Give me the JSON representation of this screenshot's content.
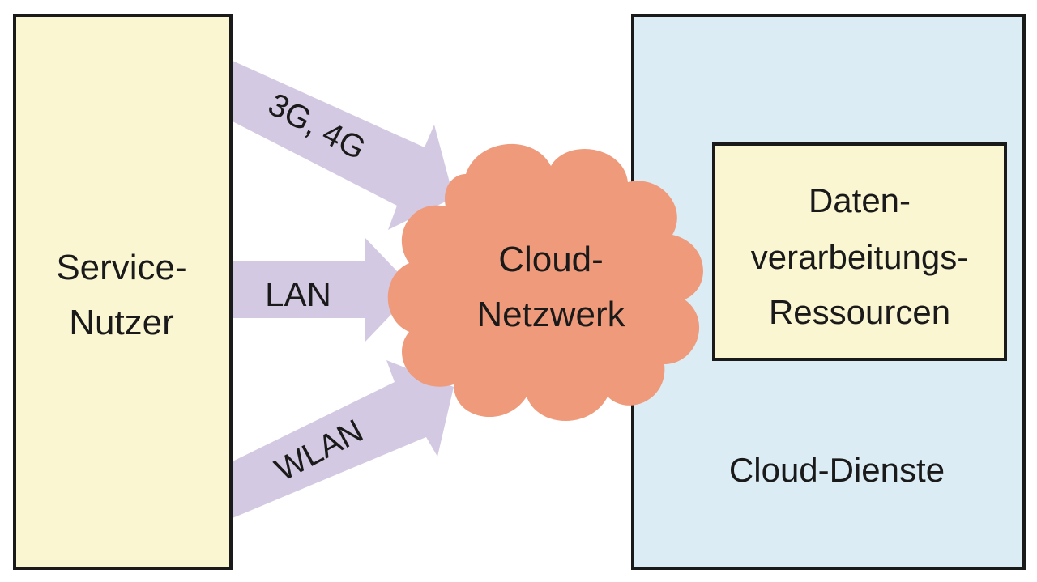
{
  "diagram": {
    "user_box": {
      "line1": "Service-",
      "line2": "Nutzer"
    },
    "connections": [
      {
        "label": "3G, 4G"
      },
      {
        "label": "LAN"
      },
      {
        "label": "WLAN"
      }
    ],
    "cloud": {
      "line1": "Cloud-",
      "line2": "Netzwerk"
    },
    "services_box": {
      "label": "Cloud-Dienste",
      "inner_box": {
        "line1": "Daten-",
        "line2": "verarbeitungs-",
        "line3": "Ressourcen"
      }
    },
    "colors": {
      "user_box_fill": "#fbf6d2",
      "services_box_fill": "#dbecf4",
      "inner_box_fill": "#fbf6d2",
      "cloud_fill": "#ef9a7a",
      "arrow_fill": "#d4c9e2",
      "border": "#1a1a1a"
    }
  }
}
